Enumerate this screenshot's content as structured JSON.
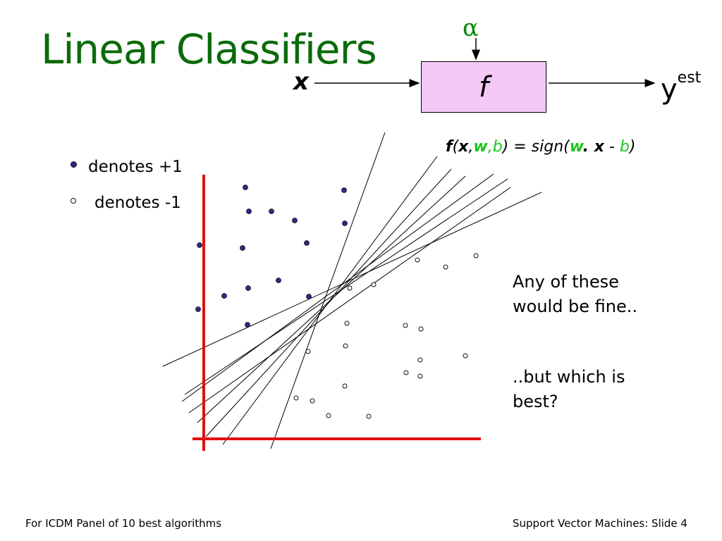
{
  "slide": {
    "title": "Linear Classifiers",
    "footer_left": "For ICDM Panel of 10 best algorithms",
    "footer_right": "Support Vector Machines: Slide 4"
  },
  "block_diagram": {
    "parameter_symbol": "α",
    "input_symbol": "x",
    "function_symbol": "f",
    "output_base": "y",
    "output_superscript": "est",
    "box_color": "#f6c8f6"
  },
  "formula": {
    "f": "f",
    "open": "(",
    "x": "x",
    "comma1": ",",
    "w": "w",
    "comma2": ",",
    "b": "b",
    "close_eq": ") = sign(",
    "w2": "w",
    "dot": ". ",
    "x2": "x",
    "minus": " - ",
    "b2": "b",
    "close": ")"
  },
  "legend": {
    "positive": "denotes +1",
    "negative": "denotes -1"
  },
  "notes": {
    "line1": "Any of these would be fine..",
    "line2": "..but which is best?"
  },
  "colors": {
    "title": "#0a6b0a",
    "axes": "#e01010",
    "positive_point": "#2a2a8a",
    "highlight_green": "#18c818"
  },
  "chart_data": {
    "type": "scatter",
    "positive_points": [
      [
        348,
        266
      ],
      [
        488,
        270
      ],
      [
        353,
        300
      ],
      [
        385,
        300
      ],
      [
        418,
        313
      ],
      [
        489,
        317
      ],
      [
        283,
        348
      ],
      [
        344,
        352
      ],
      [
        435,
        345
      ],
      [
        395,
        398
      ],
      [
        352,
        409
      ],
      [
        318,
        420
      ],
      [
        438,
        421
      ],
      [
        281,
        439
      ],
      [
        351,
        461
      ]
    ],
    "negative_points": [
      [
        592,
        369
      ],
      [
        675,
        363
      ],
      [
        632,
        379
      ],
      [
        496,
        409
      ],
      [
        530,
        404
      ],
      [
        492,
        459
      ],
      [
        575,
        462
      ],
      [
        597,
        467
      ],
      [
        490,
        491
      ],
      [
        437,
        499
      ],
      [
        660,
        505
      ],
      [
        596,
        511
      ],
      [
        576,
        529
      ],
      [
        596,
        534
      ],
      [
        489,
        548
      ],
      [
        420,
        565
      ],
      [
        443,
        569
      ],
      [
        466,
        590
      ],
      [
        523,
        591
      ]
    ],
    "candidate_lines": [
      [
        [
          546,
          188
        ],
        [
          384,
          637
        ]
      ],
      [
        [
          620,
          222
        ],
        [
          316,
          631
        ]
      ],
      [
        [
          640,
          240
        ],
        [
          292,
          620
        ]
      ],
      [
        [
          660,
          250
        ],
        [
          280,
          600
        ]
      ],
      [
        [
          700,
          247
        ],
        [
          258,
          570
        ]
      ],
      [
        [
          720,
          254
        ],
        [
          262,
          560
        ]
      ],
      [
        [
          724,
          266
        ],
        [
          268,
          586
        ]
      ],
      [
        [
          768,
          273
        ],
        [
          231,
          520
        ]
      ]
    ]
  }
}
